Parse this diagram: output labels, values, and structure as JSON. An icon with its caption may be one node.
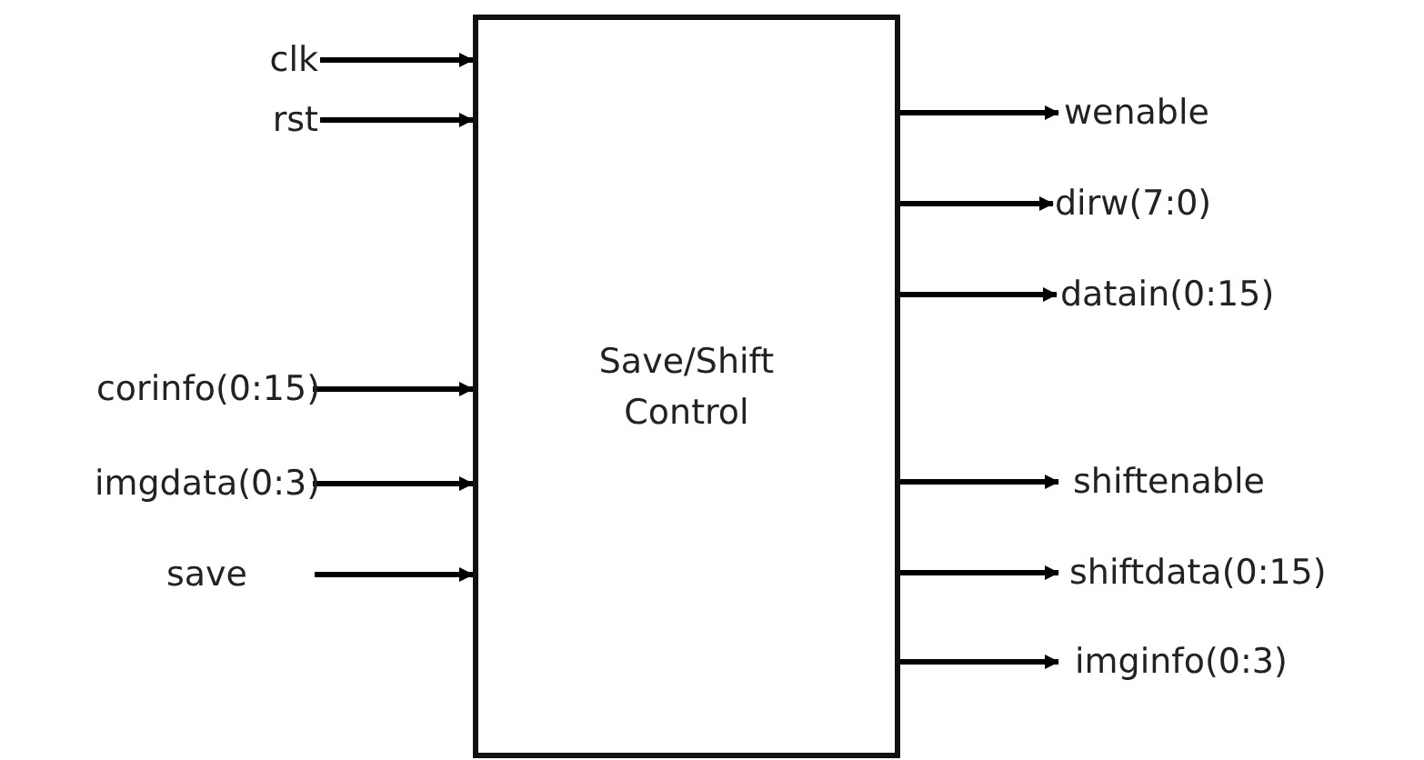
{
  "diagram": {
    "nodes": [
      {
        "text": [
          "Save/Shift Control"
        ]
      },
      {
        "text": [
          "clk"
        ]
      },
      {
        "text": [
          "rst"
        ]
      },
      {
        "text": [
          "corinfo(0:15)"
        ]
      },
      {
        "text": [
          "imgdata(0:3)"
        ]
      },
      {
        "text": [
          "save"
        ]
      },
      {
        "text": [
          "wenable"
        ]
      },
      {
        "text": [
          "dirw(7:0)"
        ]
      },
      {
        "text": [
          "datain(0:15)"
        ]
      },
      {
        "text": [
          "shiftenable"
        ]
      },
      {
        "text": [
          "shiftdata(0:15)"
        ]
      },
      {
        "text": [
          "imginfo(0:3)"
        ]
      }
    ],
    "edges": [
      {
        "from": 1,
        "to": 0,
        "arrow": "to"
      },
      {
        "from": 2,
        "to": 0,
        "arrow": "to"
      },
      {
        "from": 3,
        "to": 0,
        "arrow": "to"
      },
      {
        "from": 4,
        "to": 0,
        "arrow": "to"
      },
      {
        "from": 5,
        "to": 0,
        "arrow": "to"
      },
      {
        "from": 0,
        "to": 6,
        "arrow": "to"
      },
      {
        "from": 0,
        "to": 7,
        "arrow": "to"
      },
      {
        "from": 0,
        "to": 8,
        "arrow": "to"
      },
      {
        "from": 0,
        "to": 9,
        "arrow": "to"
      },
      {
        "from": 0,
        "to": 10,
        "arrow": "to"
      },
      {
        "from": 0,
        "to": 11,
        "arrow": "to"
      }
    ]
  }
}
